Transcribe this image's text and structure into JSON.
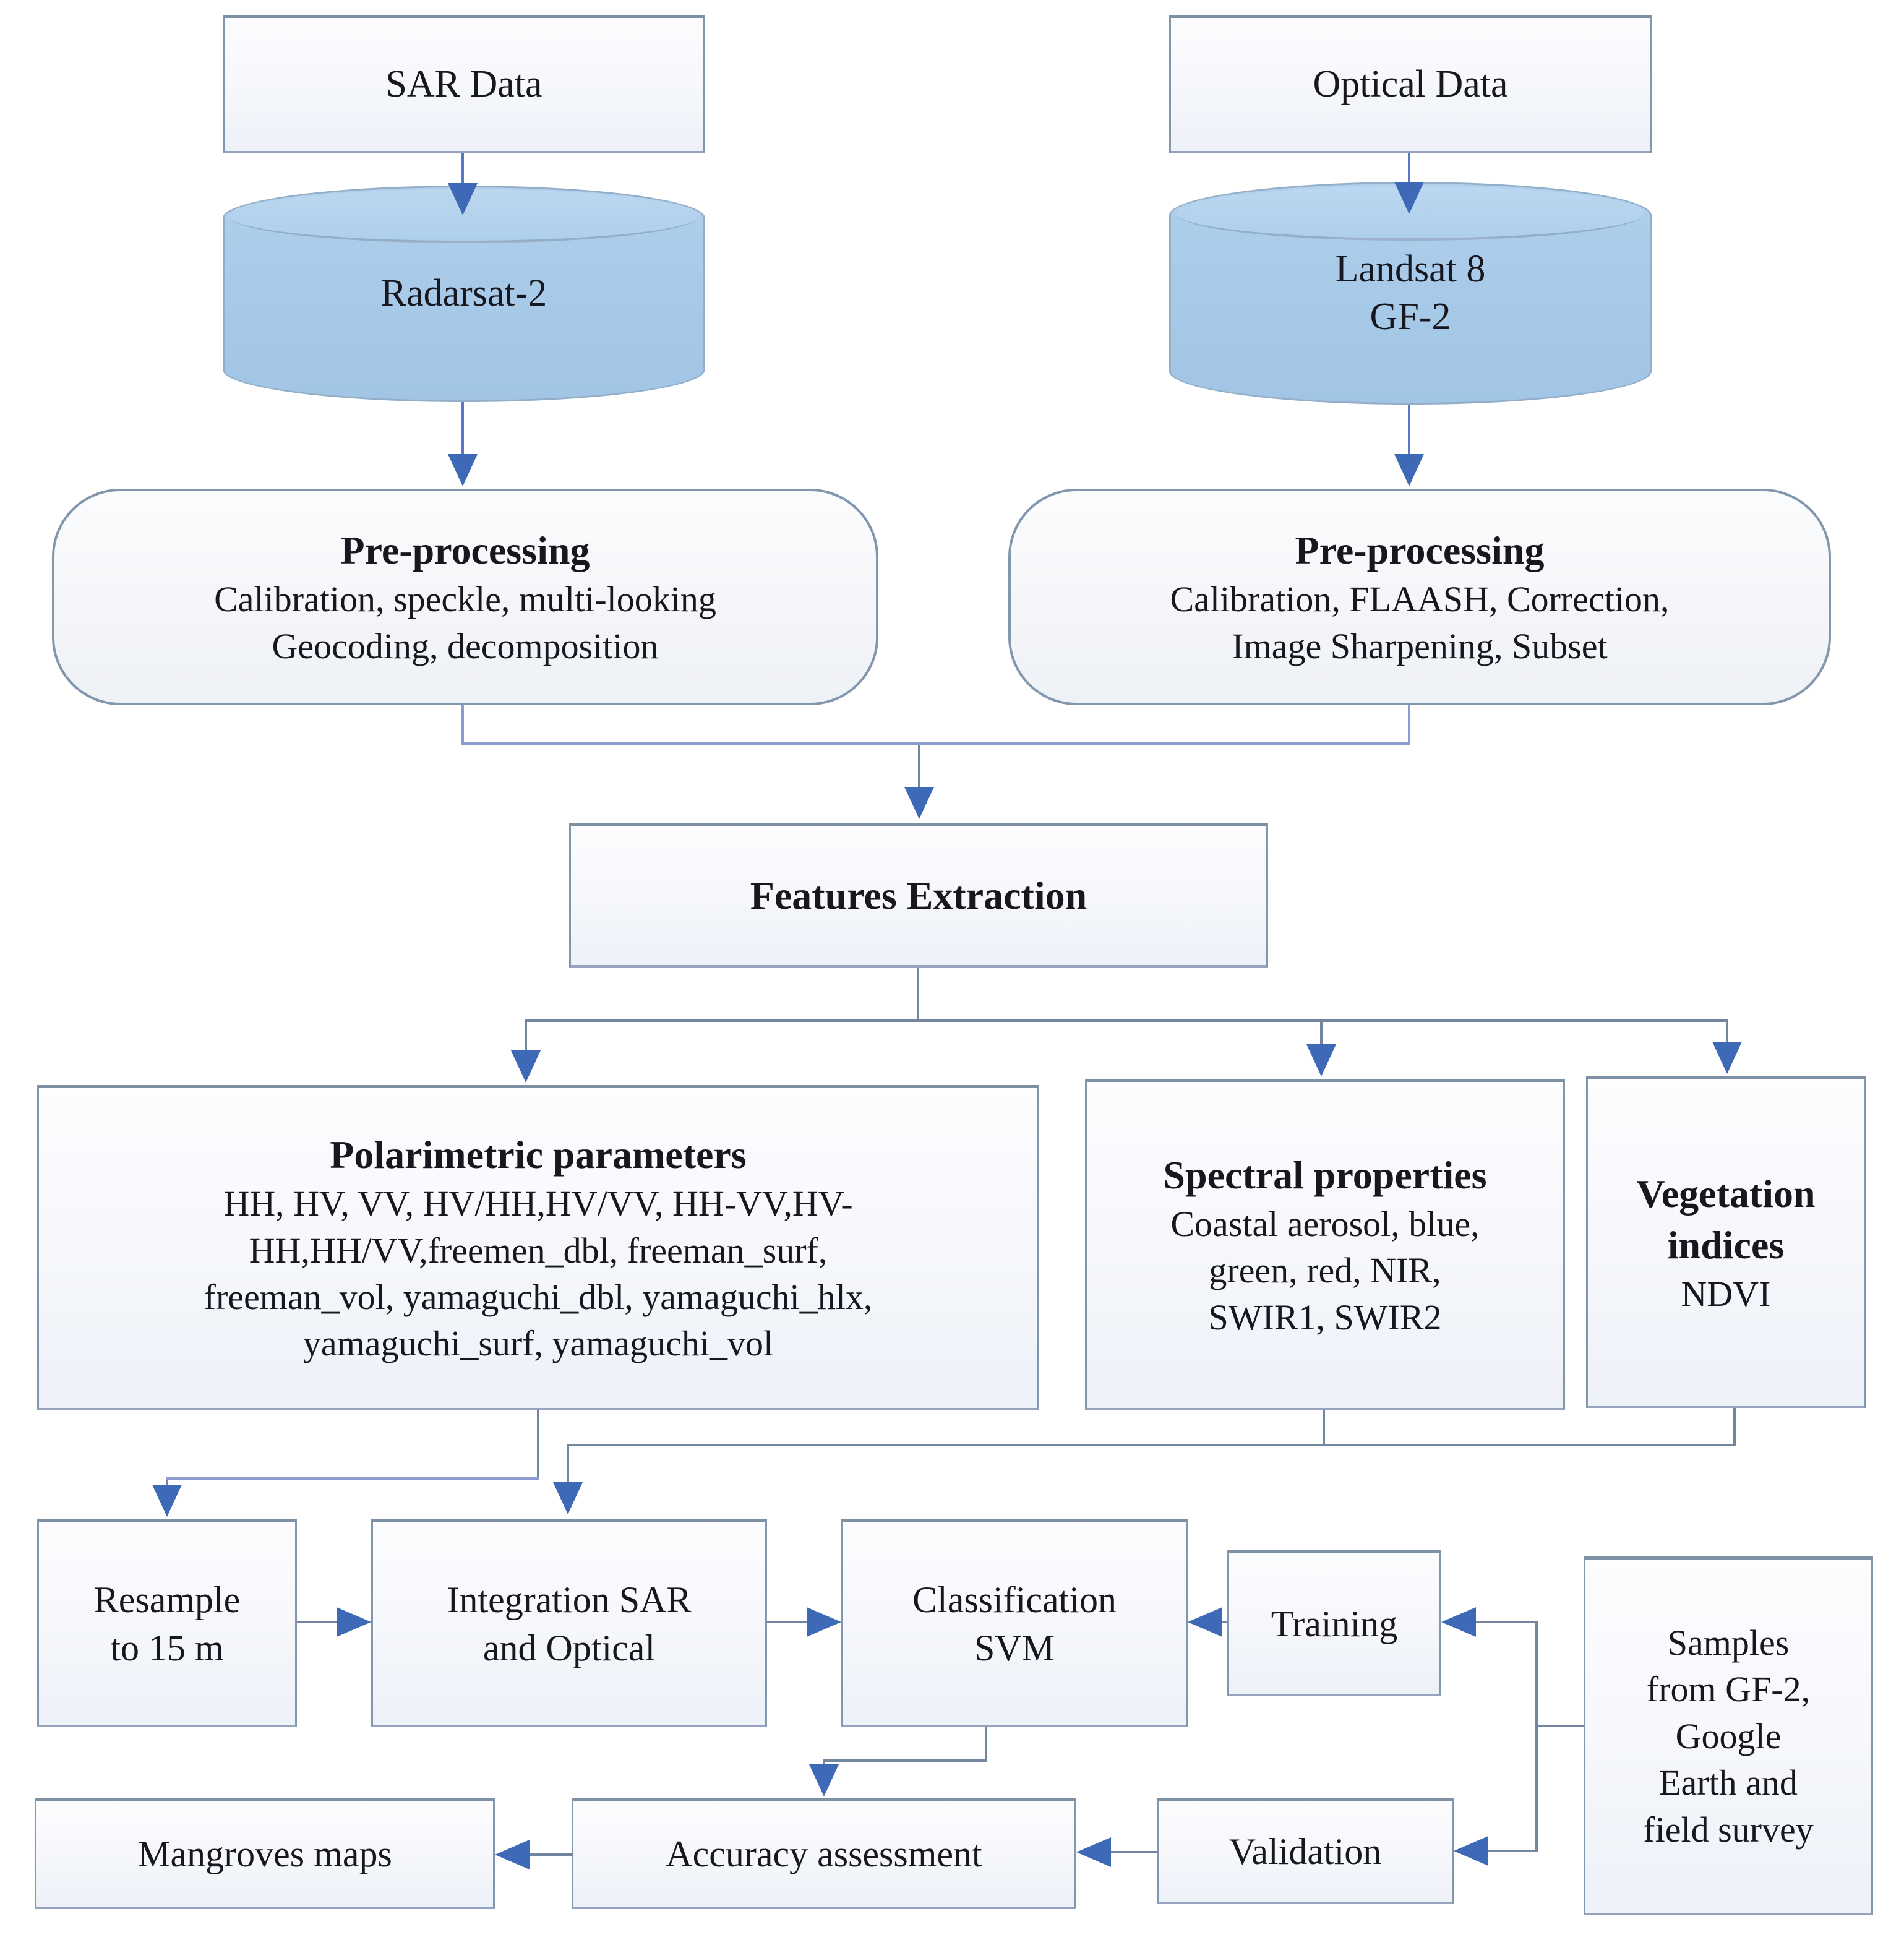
{
  "diagram": {
    "title": "Mangrove mapping methodology flowchart",
    "colors": {
      "box_border": "#8296ad",
      "box_fill": "#f5f7fb",
      "cylinder_fill": "#a9cbe9",
      "cylinder_border": "#93aec9",
      "line_gray": "#72879f",
      "line_blue": "#5578c8",
      "line_periwinkle": "#8d9dd0",
      "arrowhead": "#3d69b6",
      "text": "#17171f"
    },
    "nodes": {
      "sar_data": {
        "label": "SAR Data"
      },
      "optical_data": {
        "label": "Optical Data"
      },
      "radarsat": {
        "label": "Radarsat-2"
      },
      "landsat": {
        "lines": [
          "Landsat 8",
          "GF-2"
        ]
      },
      "preproc_sar": {
        "title": "Pre-processing",
        "lines": [
          "Calibration, speckle, multi-looking",
          "Geocoding, decomposition"
        ]
      },
      "preproc_optical": {
        "title": "Pre-processing",
        "lines": [
          "Calibration, FLAASH,  Correction,",
          "Image Sharpening, Subset"
        ]
      },
      "features": {
        "label": "Features Extraction"
      },
      "polarimetric": {
        "title": "Polarimetric parameters",
        "lines": [
          "HH, HV, VV, HV/HH,HV/VV, HH-VV,HV-",
          "HH,HH/VV,freemen_dbl, freeman_surf,",
          "freeman_vol, yamaguchi_dbl, yamaguchi_hlx,",
          "yamaguchi_surf, yamaguchi_vol"
        ]
      },
      "spectral": {
        "title": "Spectral properties",
        "lines": [
          "Coastal aerosol, blue,",
          "green, red, NIR,",
          "SWIR1, SWIR2"
        ]
      },
      "vegetation": {
        "title_lines": [
          "Vegetation",
          "indices"
        ],
        "lines": [
          "NDVI"
        ]
      },
      "resample": {
        "lines": [
          "Resample",
          "to 15 m"
        ]
      },
      "integration": {
        "lines": [
          "Integration SAR",
          "and Optical"
        ]
      },
      "classification": {
        "lines": [
          "Classification",
          "SVM"
        ]
      },
      "training": {
        "label": "Training"
      },
      "samples": {
        "lines": [
          "Samples",
          "from GF-2,",
          "Google",
          "Earth and",
          "field survey"
        ]
      },
      "mangroves": {
        "label": "Mangroves maps"
      },
      "accuracy": {
        "label": "Accuracy assessment"
      },
      "validation": {
        "label": "Validation"
      }
    }
  }
}
